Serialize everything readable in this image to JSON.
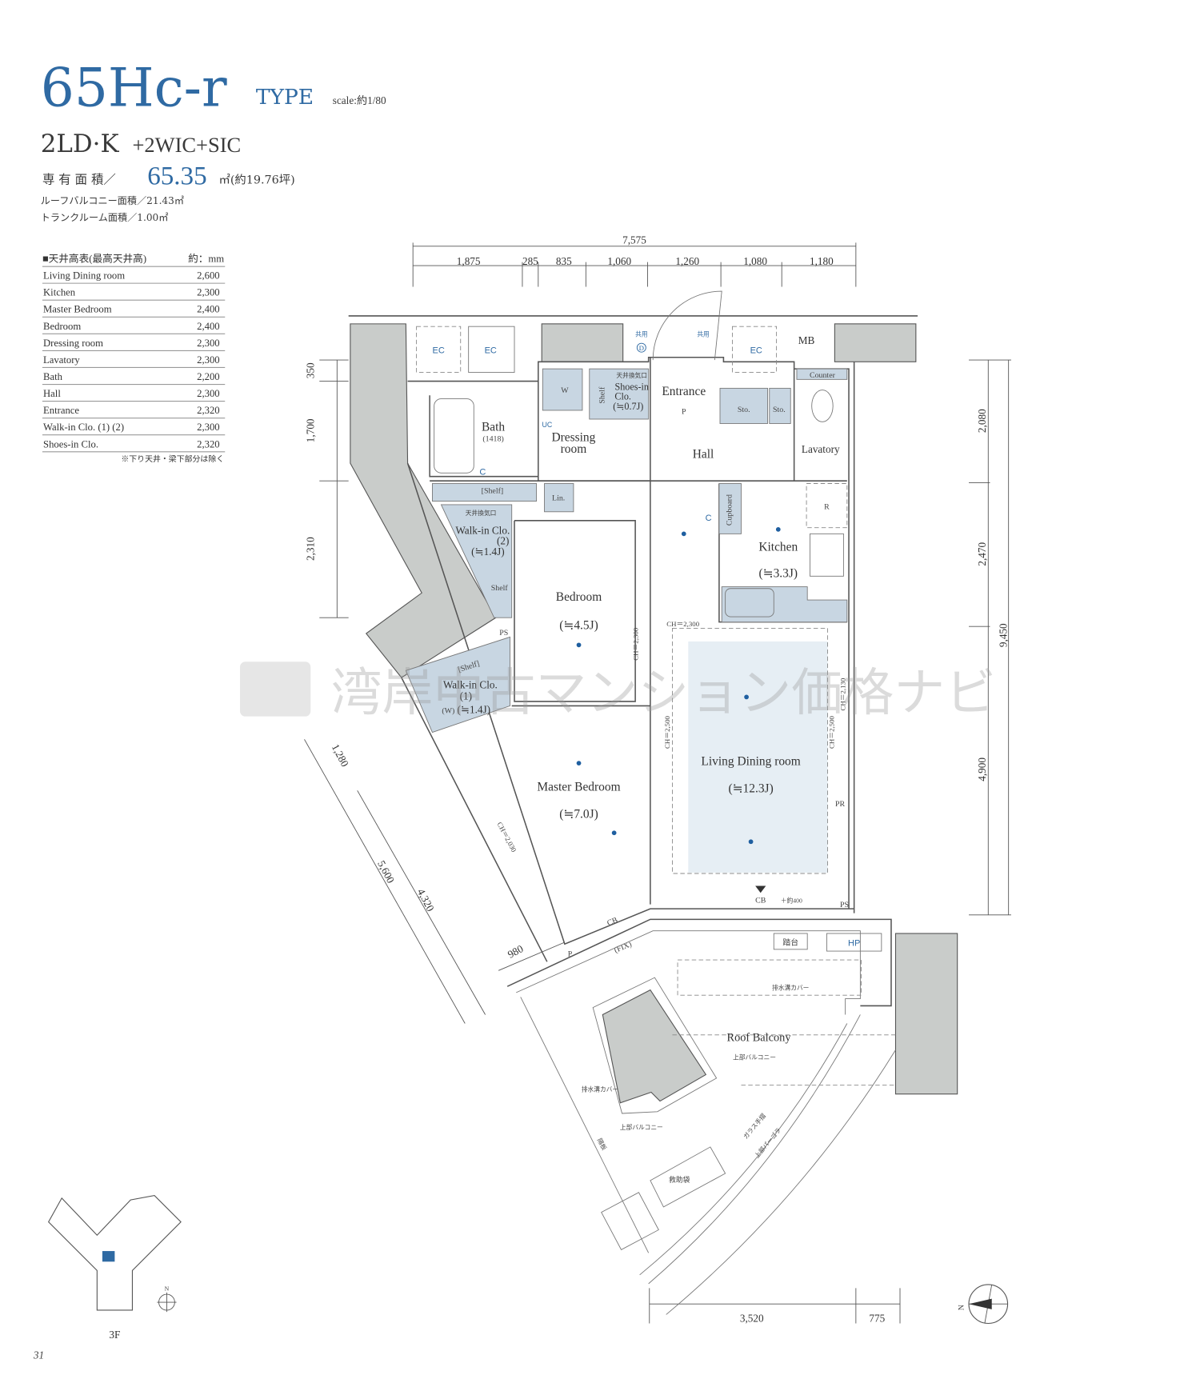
{
  "header": {
    "type_code": "65Hc-r",
    "type_word": "TYPE",
    "scale": "scale:約1/80",
    "layout_main": "2LD·K",
    "layout_sub": "+2WIC+SIC",
    "area_label": "専 有 面 積／",
    "area_value": "65.35",
    "area_unit": "㎡(約19.76坪)",
    "roof_balcony_area": "ルーフバルコニー面積／21.43㎡",
    "trunk_room_area": "トランクルーム面積／1.00㎡"
  },
  "ceiling_table": {
    "title": "■天井高表(最高天井高)",
    "unit": "約：mm",
    "rows": [
      {
        "room": "Living Dining room",
        "height": "2,600"
      },
      {
        "room": "Kitchen",
        "height": "2,300"
      },
      {
        "room": "Master Bedroom",
        "height": "2,400"
      },
      {
        "room": "Bedroom",
        "height": "2,400"
      },
      {
        "room": "Dressing room",
        "height": "2,300"
      },
      {
        "room": "Lavatory",
        "height": "2,300"
      },
      {
        "room": "Bath",
        "height": "2,200"
      },
      {
        "room": "Hall",
        "height": "2,300"
      },
      {
        "room": "Entrance",
        "height": "2,320"
      },
      {
        "room": "Walk-in Clo. (1) (2)",
        "height": "2,300"
      },
      {
        "room": "Shoes-in Clo.",
        "height": "2,320"
      }
    ],
    "note": "※下り天井・梁下部分は除く"
  },
  "dimensions": {
    "top_total": "7,575",
    "top_segments": [
      "1,875",
      "285",
      "835",
      "1,060",
      "1,260",
      "1,080",
      "1,180"
    ],
    "left": [
      "350",
      "1,700",
      "2,310"
    ],
    "right": [
      "2,080",
      "2,470",
      "4,900"
    ],
    "right_total": "9,450",
    "diagonal": [
      "1,280",
      "5,600",
      "4,320",
      "980"
    ],
    "bottom": [
      "3,520",
      "775"
    ]
  },
  "rooms": {
    "ec": "EC",
    "mb": "MB",
    "common": "共用",
    "d": "D",
    "p": "P",
    "w": "W",
    "shelf": "Shelf",
    "shelf_bracket": "[Shelf]",
    "vent": "天井換気口",
    "shoes_in": "Shoes-in",
    "clo": "Clo.",
    "shoes_size": "(≒0.7J)",
    "uc": "UC",
    "c": "C",
    "bath": "Bath",
    "bath_size": "(1418)",
    "dressing": "Dressing",
    "dressing2": "room",
    "entrance": "Entrance",
    "hall": "Hall",
    "sto": "Sto.",
    "counter": "Counter",
    "lavatory": "Lavatory",
    "lin": "Lin.",
    "wic2": "Walk-in Clo.",
    "wic2_num": "(2)",
    "wic2_size": "(≒1.4J)",
    "ps": "PS",
    "bedroom": "Bedroom",
    "bedroom_size": "(≒4.5J)",
    "cupboard": "Cupboard",
    "r": "R",
    "kitchen": "Kitchen",
    "kitchen_size": "(≒3.3J)",
    "ch_2300": "CH＝2,300",
    "ch_2130": "CH＝2,130",
    "ch_2500": "CH＝2,500",
    "ch_2030": "CH＝2,030",
    "ldr": "Living Dining room",
    "ldr_size": "(≒12.3J)",
    "pr": "PR",
    "cb": "CB",
    "plus400": "＋約400",
    "wic1": "Walk-in Clo.",
    "wic1_num": "(1)",
    "wic1_w": "(W)",
    "wic1_size": "(≒1.4J)",
    "master": "Master Bedroom",
    "master_size": "(≒7.0J)",
    "fix": "(FIX)",
    "step": "踏台",
    "hp": "HP",
    "drain_cover": "排水溝カバー",
    "roof_balcony": "Roof Balcony",
    "upper_balcony": "上部バルコニー",
    "glass_rail": "ガラス手摺",
    "upper_pergola": "上部パーゴラ",
    "partition": "隔板",
    "rescue_bag": "救助袋"
  },
  "key_plan": {
    "floor": "3F",
    "north": "N"
  },
  "compass": {
    "north": "N"
  },
  "watermark": "湾岸中古マンション価格ナビ",
  "page_number": "31",
  "colors": {
    "accent": "#2f6aa3",
    "room_fill": "#c8d6e2",
    "wall_fill": "#c9ccca"
  }
}
